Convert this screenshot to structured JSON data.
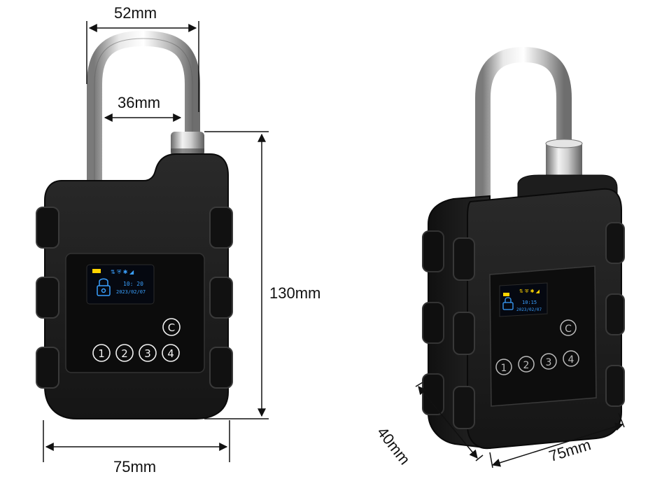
{
  "dimensions": {
    "shackle_outer_width": "52mm",
    "shackle_inner_width": "36mm",
    "body_height": "130mm",
    "body_width": "75mm",
    "side_depth": "40mm",
    "side_width": "75mm"
  },
  "front_lock": {
    "screen": {
      "time": "10: 20",
      "date": "2023/02/07"
    },
    "keys": [
      "1",
      "2",
      "3",
      "4"
    ],
    "clear_key": "C"
  },
  "side_lock": {
    "screen": {
      "time": "10:15",
      "date": "2023/02/07"
    },
    "keys": [
      "1",
      "2",
      "3",
      "4"
    ],
    "clear_key": "C"
  },
  "colors": {
    "body": "#1b1b1b",
    "screen_text": "#3aa0ff",
    "battery": "#ffd400",
    "steel": "#c8c8c8"
  }
}
